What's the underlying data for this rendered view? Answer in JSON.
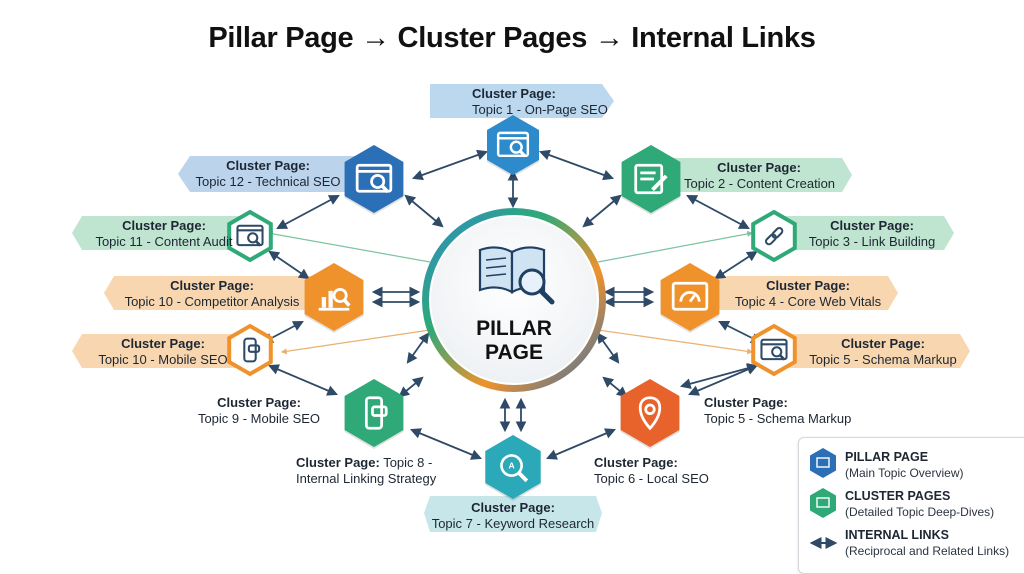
{
  "title": "Pillar Page → Cluster Pages → Internal Links",
  "pillar": {
    "line1": "PILLAR",
    "line2": "PAGE"
  },
  "clusters": [
    {
      "id": "t1",
      "heading": "Cluster Page:",
      "topic": "Topic 1 - On-Page SEO",
      "color": "#2e8bcb",
      "icon": "browser-search-icon"
    },
    {
      "id": "t2",
      "heading": "Cluster Page:",
      "topic": "Topic 2 - Content Creation",
      "color": "#2ea977",
      "icon": "document-edit-icon"
    },
    {
      "id": "t3",
      "heading": "Cluster Page:",
      "topic": "Topic 3 - Link Building",
      "color": "#2ea977",
      "icon": "chain-link-icon"
    },
    {
      "id": "t4",
      "heading": "Cluster Page:",
      "topic": "Topic 4 - Core Web Vitals",
      "color": "#f0922b",
      "icon": "speedometer-icon"
    },
    {
      "id": "t5a",
      "heading": "Cluster Page:",
      "topic": "Topic 5 - Schema Markup",
      "color": "#f0922b",
      "icon": "schema-icon"
    },
    {
      "id": "t5b",
      "heading": "Cluster Page:",
      "topic": "Topic 5 - Schema Markup",
      "color": "#e8632c",
      "icon": "map-pin-icon"
    },
    {
      "id": "t6",
      "heading": "Cluster Page:",
      "topic": "Topic 6 - Local SEO",
      "color": "#e8632c",
      "icon": "map-pin-icon"
    },
    {
      "id": "t7",
      "heading": "Cluster Page:",
      "topic": "Topic 7 - Keyword Research",
      "color": "#2ba9b8",
      "icon": "keyword-search-icon"
    },
    {
      "id": "t8",
      "heading": "Cluster Page:",
      "topic_a": "Topic 8 -",
      "topic": "Internal Linking Strategy",
      "color": "#2ba9b8",
      "icon": "keyword-search-icon"
    },
    {
      "id": "t9",
      "heading": "Cluster Page:",
      "topic": "Topic 9 - Mobile SEO",
      "color": "#2ea977",
      "icon": "mobile-chat-icon"
    },
    {
      "id": "t10a",
      "heading": "Cluster Page:",
      "topic": "Topic 10 - Mobile SEO",
      "color": "#f0922b",
      "icon": "smartwatch-icon"
    },
    {
      "id": "t10b",
      "heading": "Cluster Page:",
      "topic": "Topic 10 - Competitor Analysis",
      "color": "#f0922b",
      "icon": "chart-search-icon"
    },
    {
      "id": "t11",
      "heading": "Cluster Page:",
      "topic": "Topic 11 - Content Audit",
      "color": "#2ea977",
      "icon": "audit-icon"
    },
    {
      "id": "t12",
      "heading": "Cluster Page:",
      "topic": "Topic 12 - Technical SEO",
      "color": "#2b6fb6",
      "icon": "browser-chart-icon"
    }
  ],
  "legend": {
    "pillar_title": "PILLAR PAGE",
    "pillar_sub": "(Main Topic Overview)",
    "cluster_title": "CLUSTER PAGES",
    "cluster_sub": "(Detailed Topic Deep-Dives)",
    "links_title": "INTERNAL LINKS",
    "links_sub": "(Reciprocal and Related Links)"
  },
  "colors": {
    "arrow": "#2f4a66",
    "blue": "#2b6fb6",
    "green": "#2ea977",
    "orange": "#f0922b",
    "red_orange": "#e8632c",
    "teal": "#2ba9b8"
  }
}
